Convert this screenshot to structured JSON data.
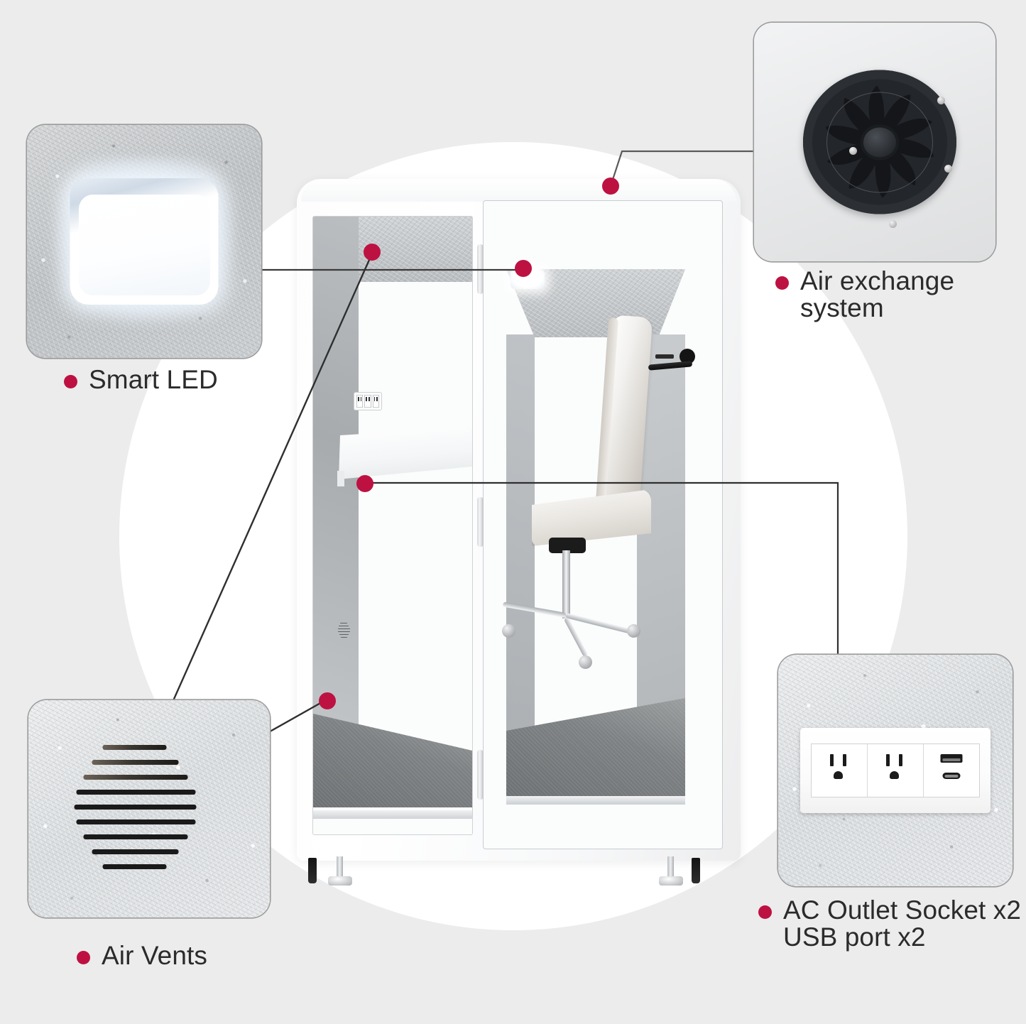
{
  "meta": {
    "figure_type": "product-feature-callout-infographic",
    "subject": "soundproof office phone booth pod",
    "background_color": "#ececec",
    "circle_color": "#ffffff",
    "accent_color": "#bd1141",
    "line_color": "#3a3a3a"
  },
  "callouts": [
    {
      "id": "smart-led",
      "label": "Smart LED",
      "icon": "led-panel-icon",
      "inset_description": "square white LED ceiling panel glowing on grey acoustic felt"
    },
    {
      "id": "air-exchange-system",
      "label": "Air exchange\nsystem",
      "icon": "fan-icon",
      "inset_description": "black round exhaust fan with curved blades mounted on white panel"
    },
    {
      "id": "air-vents",
      "label": "Air Vents",
      "icon": "vent-icon",
      "inset_description": "horizontal louvre slots cut in grey felt wall panel"
    },
    {
      "id": "ac-outlet-usb",
      "label": "AC Outlet Socket x2\nUSB port x2",
      "icon": "power-outlet-icon",
      "inset_description": "white wall plate with two 3-prong AC outlets plus USB-A and USB-C ports on grey felt"
    }
  ],
  "pod": {
    "parts": {
      "ceiling_led": "ceiling-led",
      "wall_outlet": "wall-outlet",
      "wall_vent": "wall-vent",
      "fan_location": "roof-fan",
      "desk": "white-worktop-desk",
      "chair": "grey-leather-office-chair",
      "floor": "grey-carpet-floor",
      "door_handle": "black-lever-handle",
      "glass": "tempered-glass-panels",
      "felt": "grey-acoustic-felt-lining"
    }
  }
}
